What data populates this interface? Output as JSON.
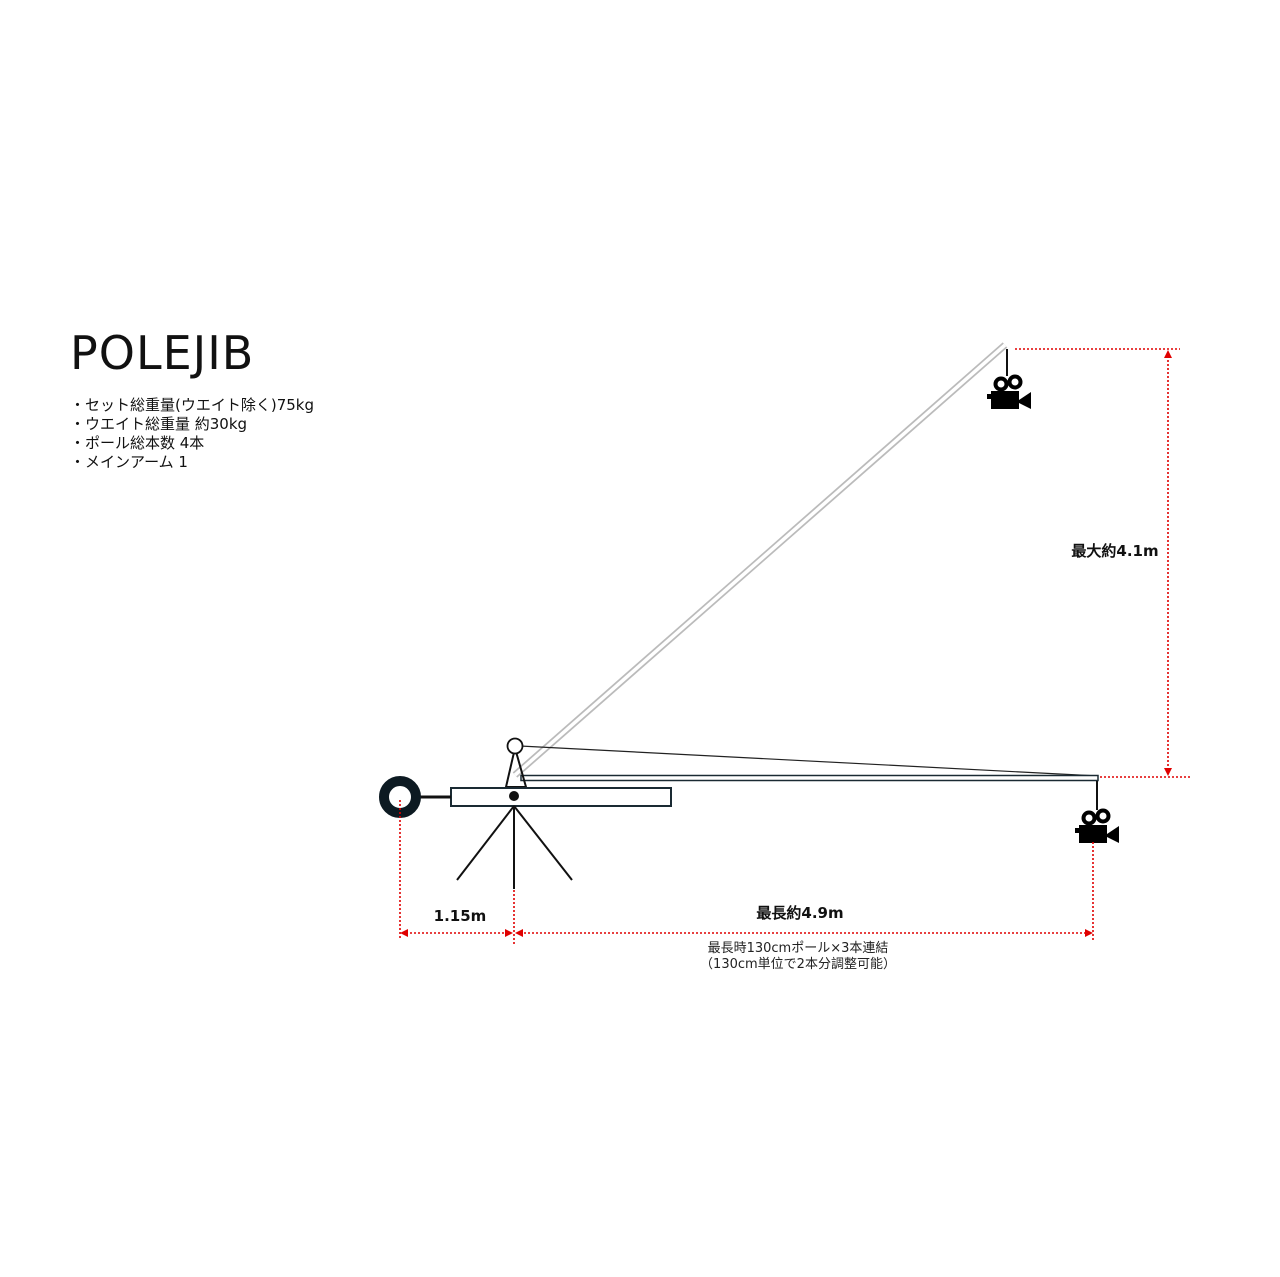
{
  "title": "POLEJIB",
  "specs": [
    "・セット総重量(ウエイト除く)75kg",
    "・ウエイト総重量 約30kg",
    "・ポール総本数 4本",
    "・メインアーム 1"
  ],
  "dimensions": {
    "max_height": "最大約4.1m",
    "counterweight_distance": "1.15m",
    "max_length": "最長約4.9m",
    "length_note_1": "最長時130cmポール×3本連結",
    "length_note_2": "（130cm単位で2本分調整可能）"
  },
  "colors": {
    "dimension_line": "#e00000",
    "frame": "#1a2a33",
    "pole": "#bbbbbb"
  }
}
